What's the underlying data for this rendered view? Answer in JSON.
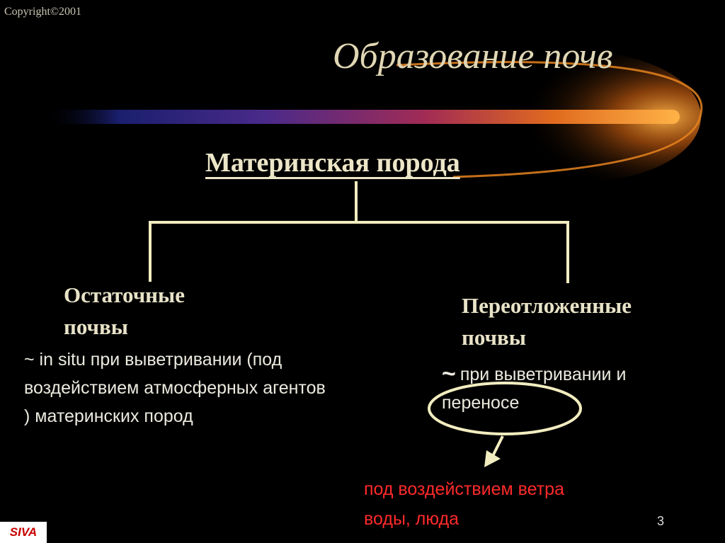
{
  "copyright": "Copyright©2001",
  "title": "Образование почв",
  "diagram": {
    "root": "Материнская порода",
    "left": {
      "heading_line1": "Остаточные",
      "heading_line2": "почвы",
      "desc_line1": "~ in situ при выветривании (под",
      "desc_line2": "воздействием атмосферных агентов",
      "desc_line3": ") материнских пород"
    },
    "right": {
      "heading_line1": "Переотложенные",
      "heading_line2": "почвы",
      "tilde": "~",
      "desc_line1": "при выветривании и",
      "desc_line2": "переносе",
      "note_line1": "под воздействием ветра",
      "note_line2": "воды, люда"
    }
  },
  "footer": {
    "page_number": "3",
    "logo": "SIVA"
  },
  "colors": {
    "background": "#000000",
    "connector": "#f2edc0",
    "note": "#ff2a2a",
    "accent_orange": "#f5a623"
  }
}
